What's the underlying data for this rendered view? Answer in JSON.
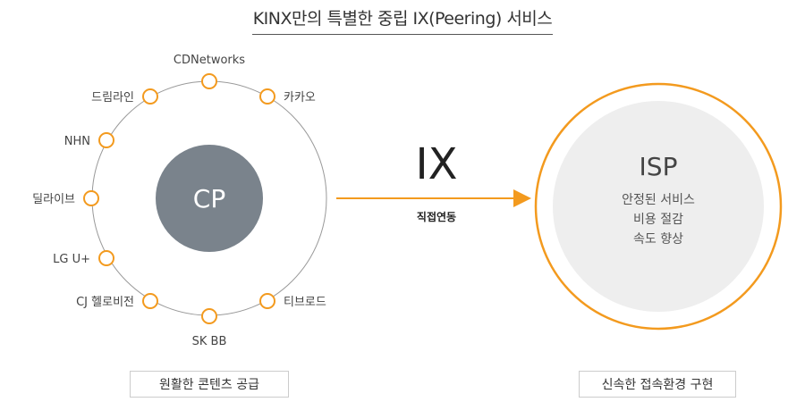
{
  "title": "KINX만의 특별한 중립 IX(Peering) 서비스",
  "cp": {
    "label": "CP"
  },
  "partners": [
    "CDNetworks",
    "카카오",
    "드림라인",
    "NHN",
    "딜라이브",
    "LG U+",
    "CJ 헬로비전",
    "티브로드",
    "SK BB"
  ],
  "ix": {
    "label": "IX",
    "sublabel": "직접연동"
  },
  "isp": {
    "label": "ISP",
    "lines": [
      "안정된 서비스",
      "비용 절감",
      "속도 향상"
    ]
  },
  "captions": {
    "left": "원활한 콘텐츠 공급",
    "right": "신속한 접속환경 구현"
  },
  "colors": {
    "accent": "#f39a1e",
    "cp_fill": "#7a838c",
    "ring": "#999999",
    "isp_inner": "#eeeeee"
  }
}
